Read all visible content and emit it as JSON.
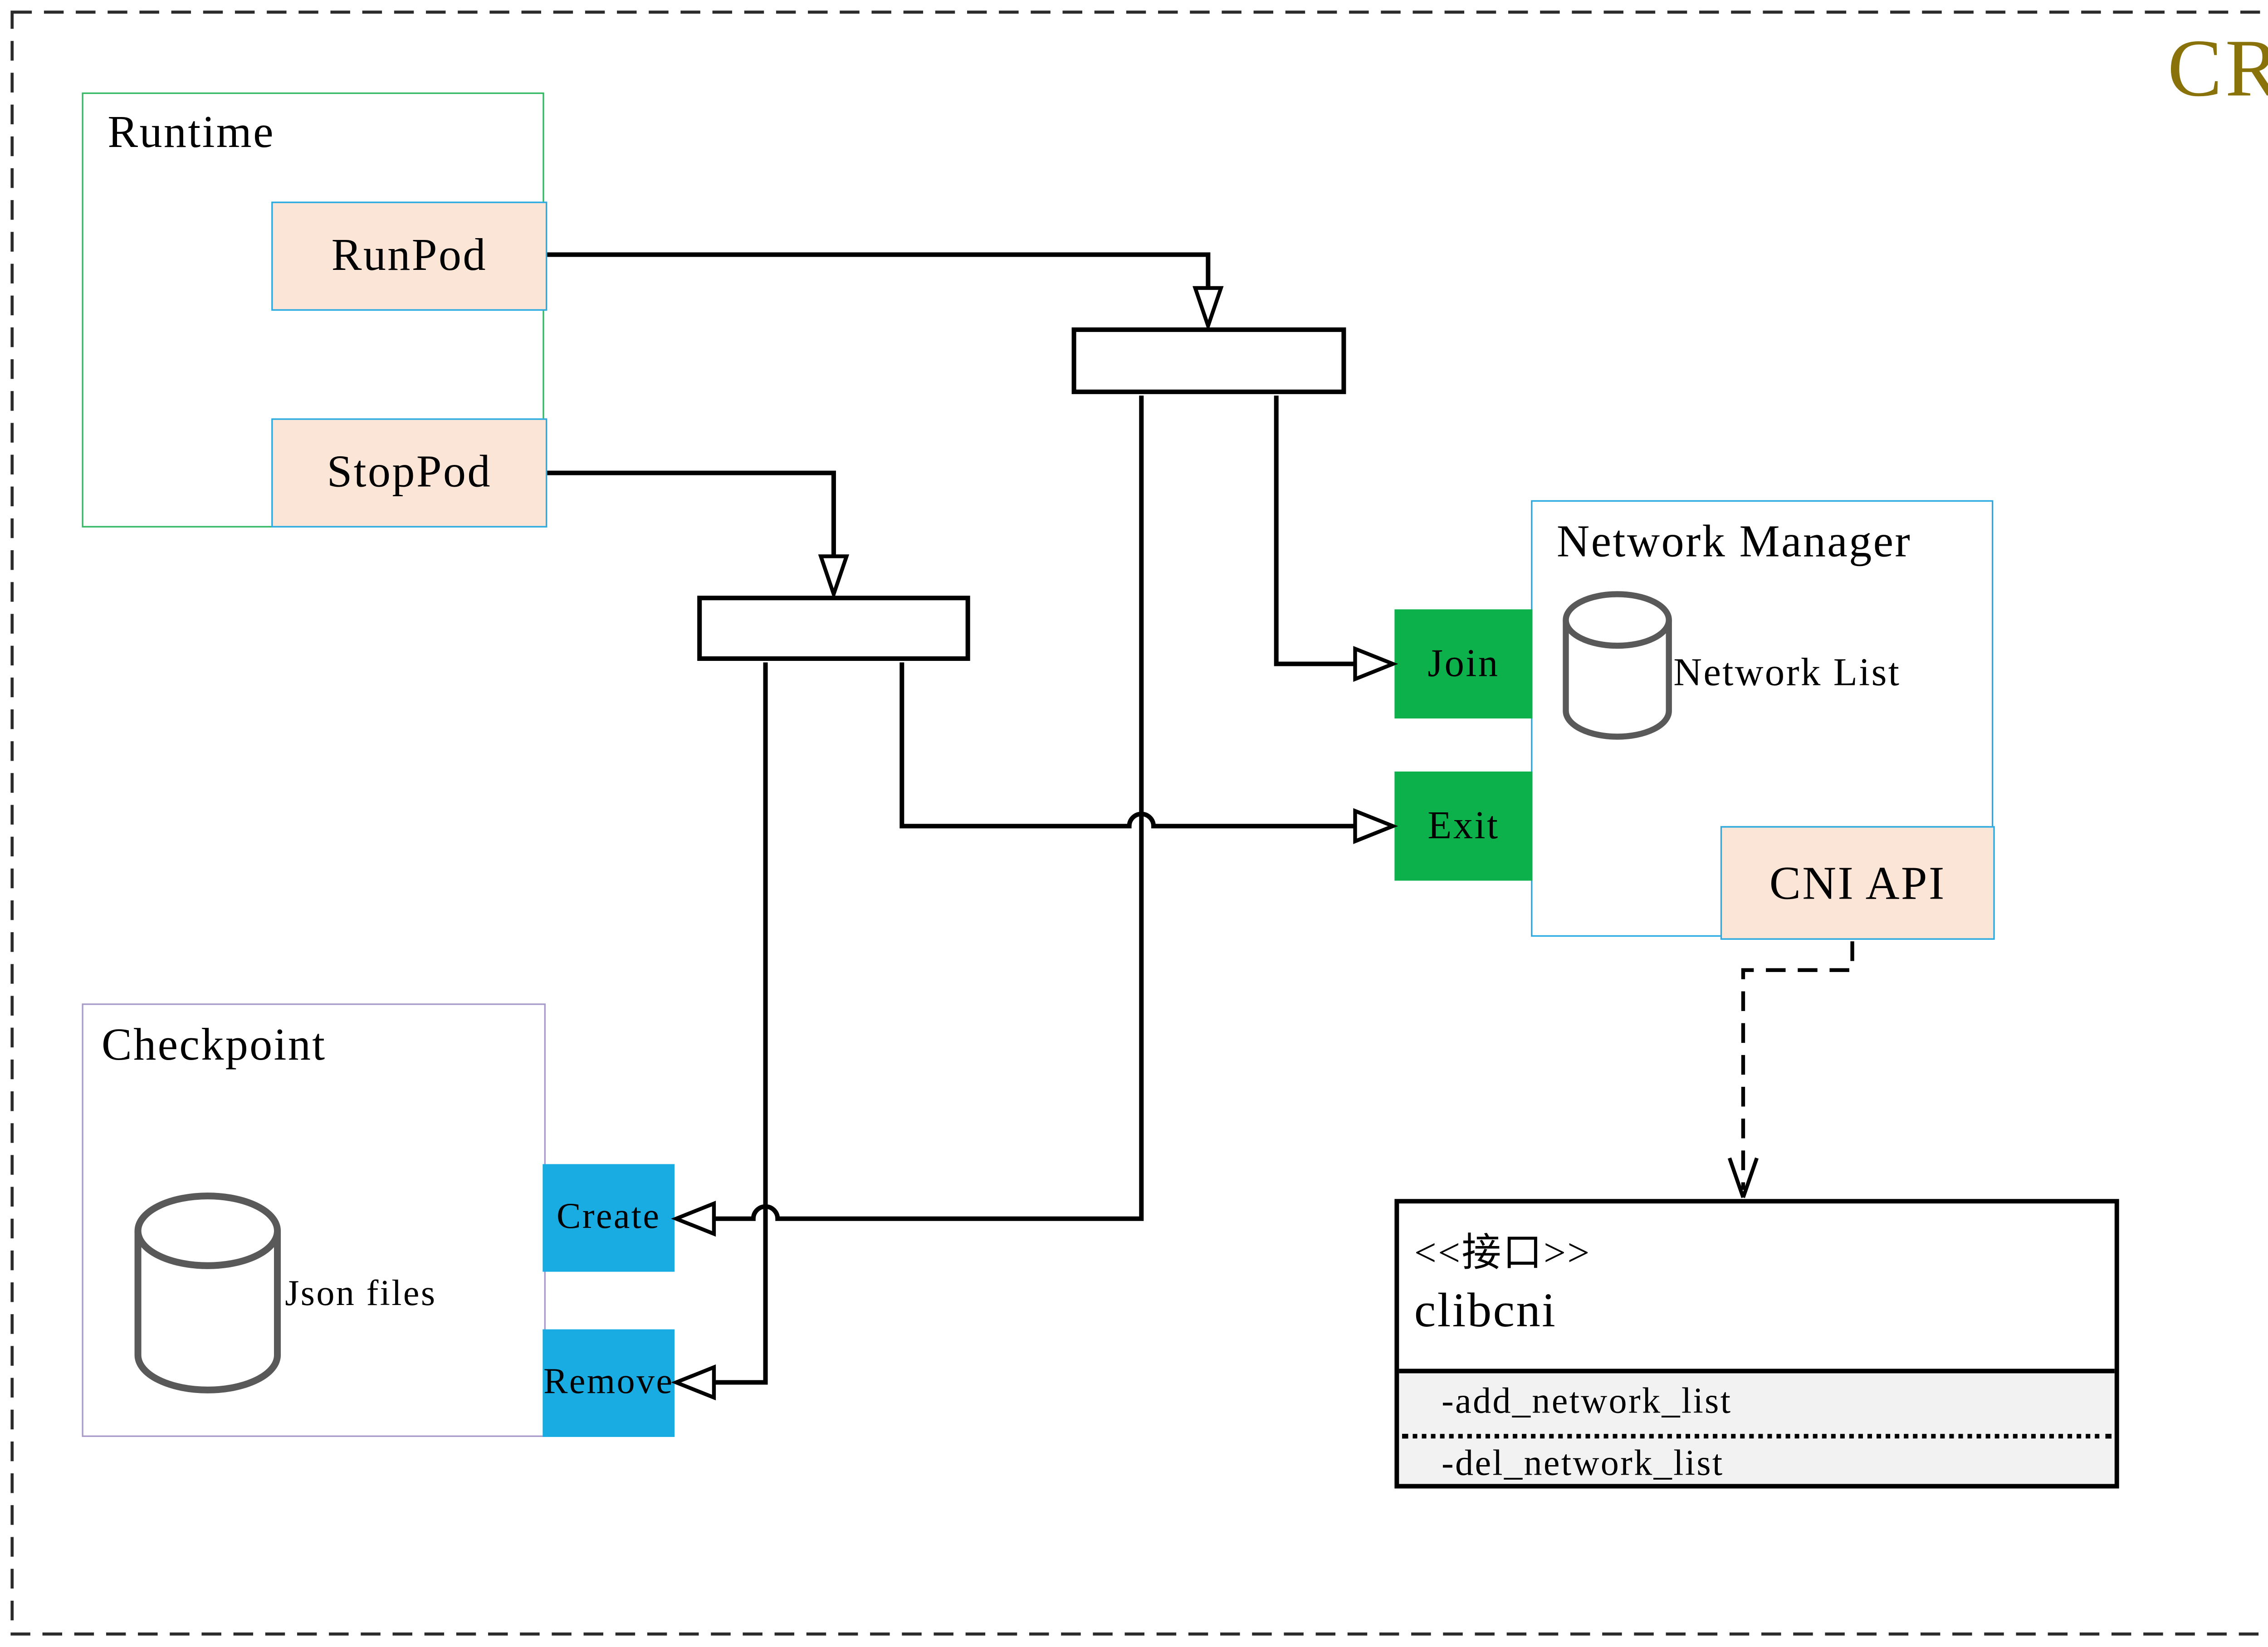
{
  "diagram_title": "CRI",
  "runtime": {
    "label": "Runtime",
    "runpod_label": "RunPod",
    "stoppod_label": "StopPod"
  },
  "network_manager": {
    "label": "Network Manager",
    "join_label": "Join",
    "exit_label": "Exit",
    "datastore_label": "Network List",
    "cni_api_label": "CNI API"
  },
  "checkpoint": {
    "label": "Checkpoint",
    "datastore_label": "Json files",
    "create_label": "Create",
    "remove_label": "Remove"
  },
  "clibcni": {
    "stereotype": "<<接口>>",
    "name": "clibcni",
    "methods": [
      "-add_network_list",
      "-del_network_list"
    ]
  },
  "colors": {
    "title_gold": "#8a720a",
    "runtime_border_green": "#33b864",
    "checkpoint_border_purple": "#a99bc9",
    "light_blue_border": "#29abe2",
    "peach_fill": "#fbe5d6",
    "green_button": "#0db14b",
    "blue_button": "#19ace3",
    "methods_section_gray": "#f2f2f2",
    "cylinder_gray": "#595959",
    "line_black": "#000000"
  }
}
